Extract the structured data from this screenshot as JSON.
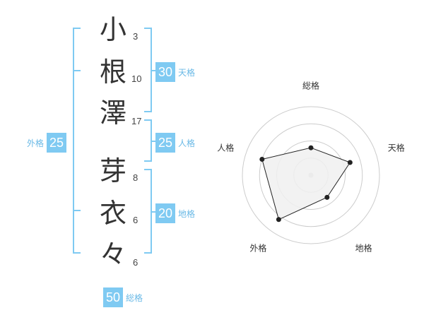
{
  "characters": [
    {
      "char": "小",
      "strokes": "3"
    },
    {
      "char": "根",
      "strokes": "10"
    },
    {
      "char": "澤",
      "strokes": "17"
    },
    {
      "char": "芽",
      "strokes": "8"
    },
    {
      "char": "衣",
      "strokes": "6"
    },
    {
      "char": "々",
      "strokes": "6"
    }
  ],
  "fortunes": {
    "tenkaku": {
      "value": "30",
      "label": "天格"
    },
    "jinkaku": {
      "value": "25",
      "label": "人格"
    },
    "chikaku": {
      "value": "20",
      "label": "地格"
    },
    "gaikaku": {
      "value": "25",
      "label": "外格"
    },
    "soukaku": {
      "value": "50",
      "label": "総格"
    }
  },
  "chart_data": {
    "type": "radar",
    "axes": [
      "総格",
      "天格",
      "地格",
      "外格",
      "人格"
    ],
    "values": [
      0.4,
      0.6,
      0.4,
      0.8,
      0.75
    ],
    "range": [
      0,
      1
    ],
    "rings": 4
  },
  "colors": {
    "bracket": "#7fcaf2",
    "badge": "#7fcaf2",
    "badge_label": "#6ab9e6",
    "ring": "#cccccc",
    "fill": "#f0f0f0",
    "line": "#222222"
  }
}
